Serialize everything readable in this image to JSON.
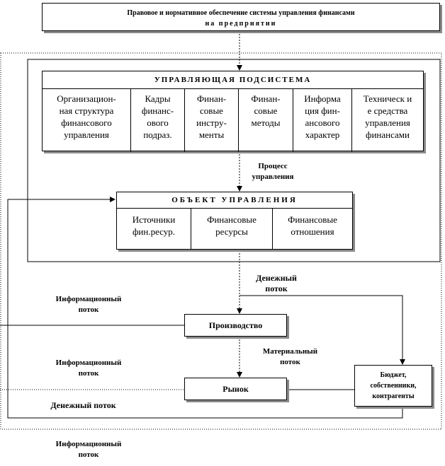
{
  "top_box": {
    "line1": "Правовое и нормативное обеспечение системы управления финансами",
    "line2": "на предприятии"
  },
  "subsystem": {
    "title": "УПРАВЛЯЮЩАЯ ПОДСИСТЕМА",
    "cells": [
      "Организацион-\nная структура\nфинансового\nуправления",
      "Кадры\nфинанс-\nового\nподраз.",
      "Финан-\nсовые\nинстру-\nменты",
      "Финан-\nсовые\nметоды",
      "Информа\nция фин-\nансового\nхарактер",
      "Техническ и\nе средства\nуправления\nфинансами"
    ]
  },
  "process_label": "Процесс\nуправления",
  "object": {
    "title": "ОБЪЕКТ УПРАВЛЕНИЯ",
    "cells": [
      "Источники\nфин.ресур.",
      "Финансовые\nресурсы",
      "Финансовые\nотношения"
    ]
  },
  "labels": {
    "money_flow_top": "Денежный\nпоток",
    "info_flow_1": "Информационный\nпоток",
    "material_flow": "Материальный\nпоток",
    "info_flow_2": "Информационный\nпоток",
    "money_flow_bottom": "Денежный поток",
    "info_flow_3": "Информационный\nпоток"
  },
  "production": "Производство",
  "market": "Рынок",
  "budget": "Бюджет,\nсобственники,\nконтрагенты"
}
